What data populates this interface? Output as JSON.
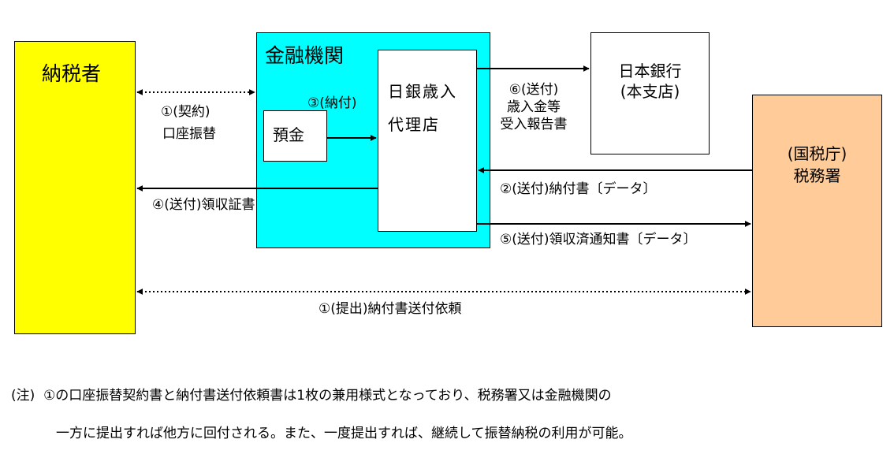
{
  "nodes": {
    "taxpayer": "納税者",
    "bank": "金融機関",
    "deposit": "預金",
    "agent_line1": "日銀歳入",
    "agent_line2": "代理店",
    "boj_line1": "日本銀行",
    "boj_line2": "(本支店)",
    "tax_office_line1": "(国税庁)",
    "tax_office_line2": "税務署"
  },
  "edges": {
    "contract_line1": "①(契約)",
    "contract_line2": "口座振替",
    "payment": "③(納付)",
    "boj_report_line1": "⑥(送付)",
    "boj_report_line2": "歳入金等",
    "boj_report_line3": "受入報告書",
    "payment_slip": "②(送付)納付書〔データ〕",
    "receipt": "④(送付)領収証書",
    "receipt_notice": "⑤(送付)領収済通知書〔データ〕",
    "request": "①(提出)納付書送付依頼"
  },
  "note": {
    "line1": "(注)  ①の口座振替契約書と納付書送付依頼書は1枚の兼用様式となっており、税務署又は金融機関の",
    "line2": "一方に提出すれば他方に回付される。また、一度提出すれば、継続して振替納税の利用が可能。"
  },
  "colors": {
    "taxpayer_fill": "#ffff00",
    "bank_fill": "#00ffff",
    "tax_office_fill": "#ffcc99",
    "box_fill": "#ffffff",
    "line": "#000000"
  }
}
